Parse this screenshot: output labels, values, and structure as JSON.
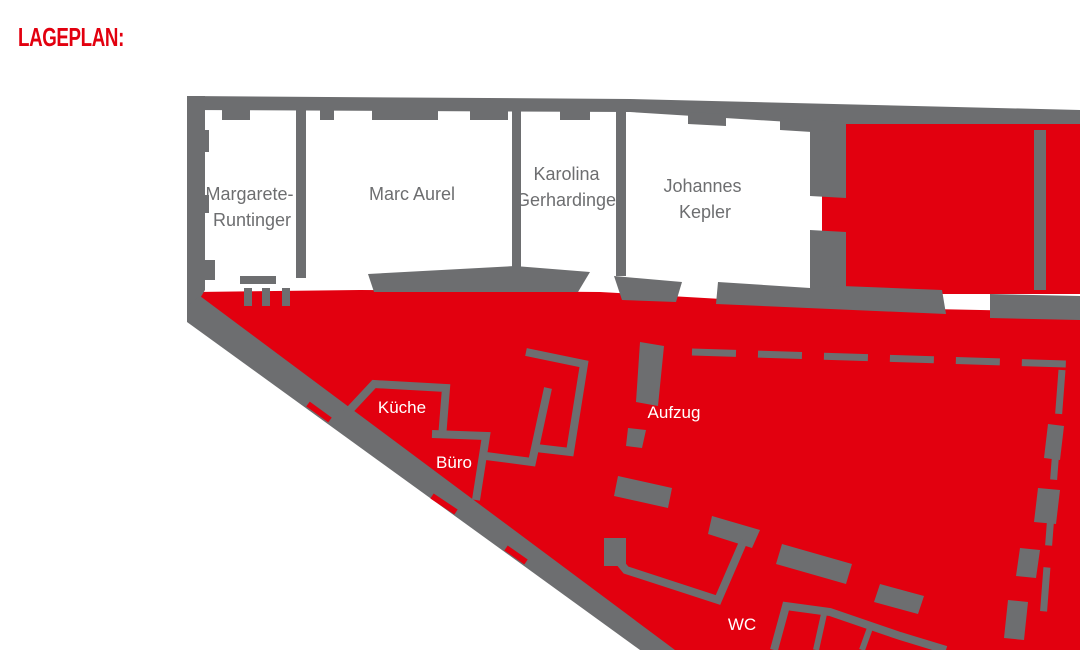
{
  "title": "LAGEPLAN:",
  "rooms": [
    {
      "lines": [
        "Margarete-",
        "Runtinger"
      ]
    },
    {
      "lines": [
        "Marc Aurel"
      ]
    },
    {
      "lines": [
        "Karolina",
        "Gerhardinger"
      ]
    },
    {
      "lines": [
        "Johannes",
        "Kepler"
      ]
    }
  ],
  "areas": {
    "kitchen": "Küche",
    "office": "Büro",
    "elevator": "Aufzug",
    "wc": "WC"
  },
  "colors": {
    "accent": "#e2000f",
    "wall": "#6d6e70",
    "room_text": "#6d6e70",
    "area_text": "#ffffff",
    "background": "#ffffff"
  }
}
